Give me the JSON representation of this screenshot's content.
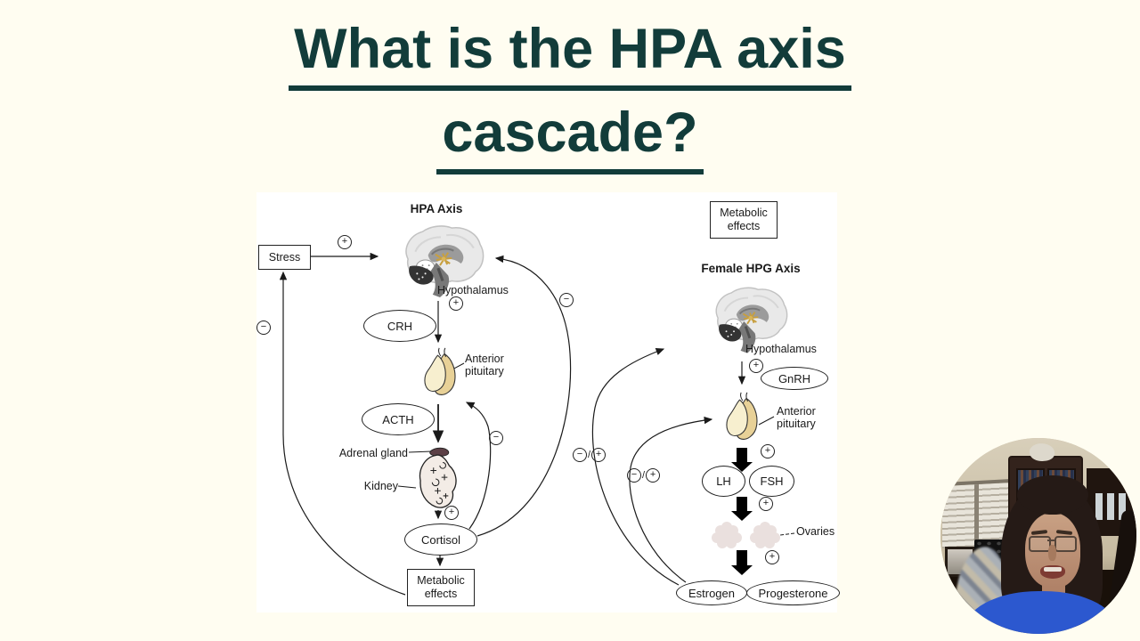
{
  "slide": {
    "title_line1": "What is the HPA axis",
    "title_line2": "cascade?"
  },
  "hpa": {
    "title": "HPA Axis",
    "stress": "Stress",
    "hypothalamus": "Hypothalamus",
    "crh": "CRH",
    "anterior_1": "Anterior",
    "anterior_2": "pituitary",
    "acth": "ACTH",
    "adrenal_gland": "Adrenal gland",
    "kidney": "Kidney",
    "cortisol": "Cortisol",
    "metabolic_1": "Metabolic",
    "metabolic_2": "effects"
  },
  "hpg": {
    "metabolic_1": "Metabolic",
    "metabolic_2": "effects",
    "title": "Female HPG Axis",
    "hypothalamus": "Hypothalamus",
    "gnrh": "GnRH",
    "anterior_1": "Anterior",
    "anterior_2": "pituitary",
    "lh": "LH",
    "fsh": "FSH",
    "ovaries": "Ovaries",
    "estrogen": "Estrogen",
    "progesterone": "Progesterone"
  },
  "symbols": {
    "plus": "+",
    "minus": "−",
    "slash": "/"
  },
  "colors": {
    "background": "#fffdf1",
    "title_text": "#123c3a",
    "presenter_shirt": "#2c58cf"
  }
}
